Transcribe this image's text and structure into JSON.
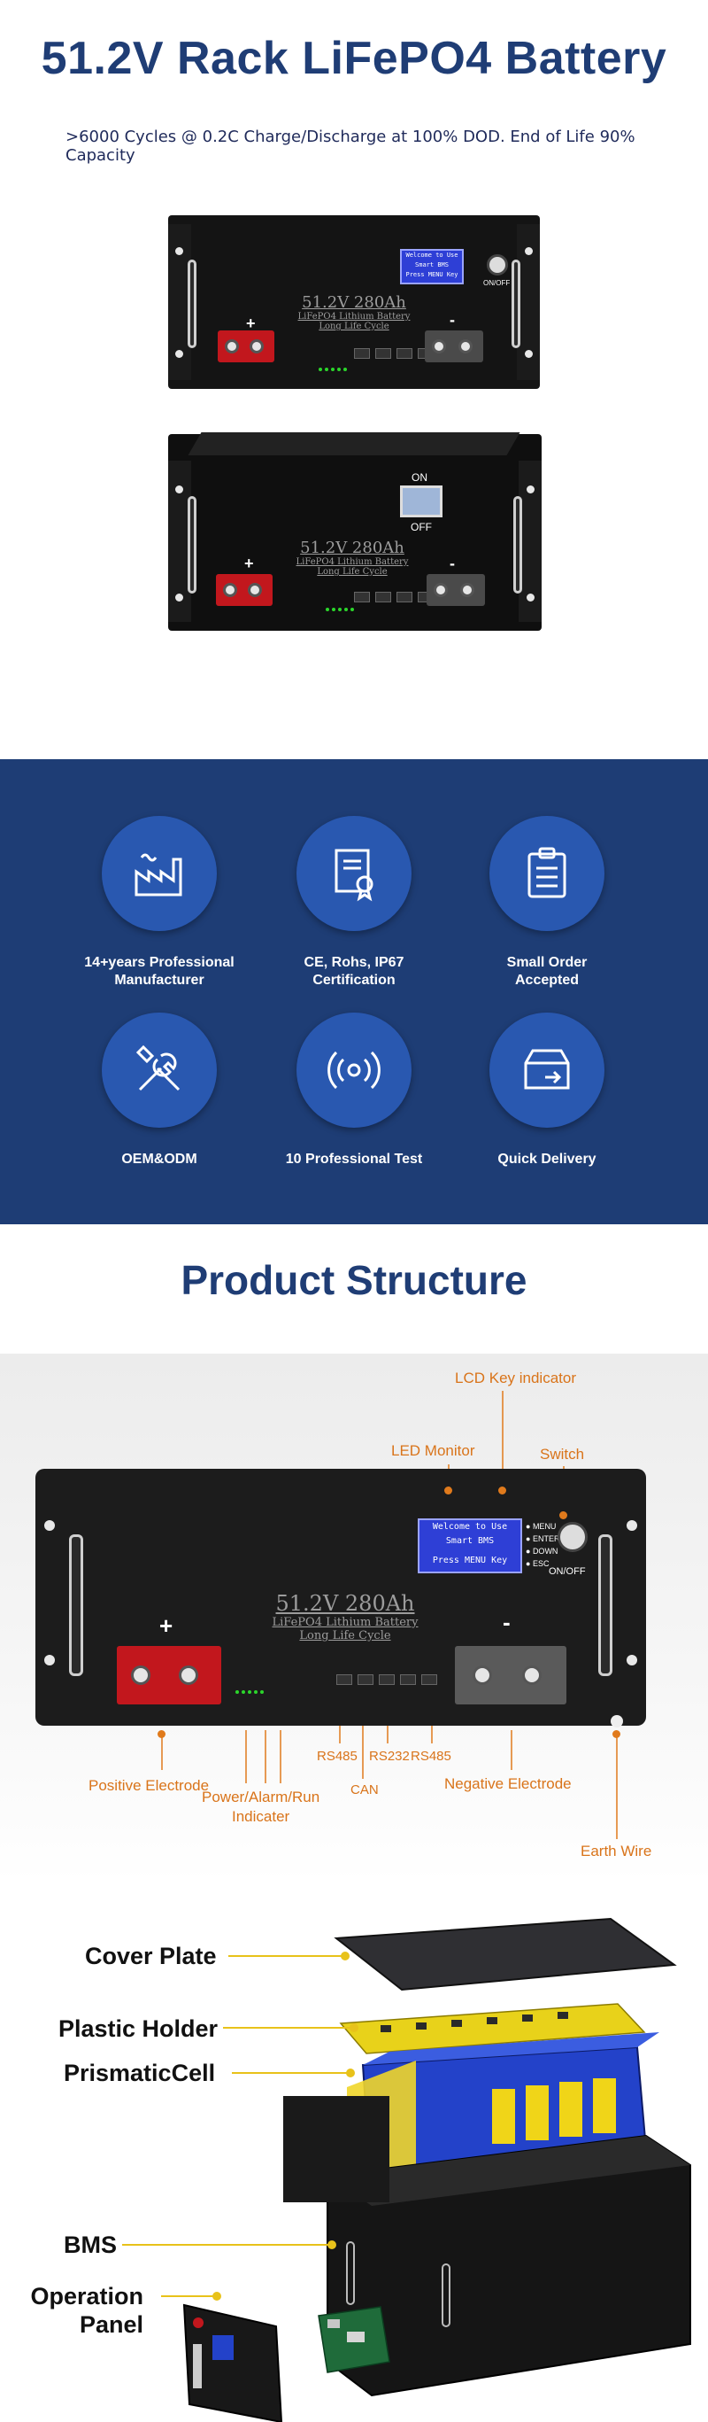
{
  "hero": {
    "title": "51.2V Rack LiFePO4 Battery",
    "subtitle": ">6000 Cycles @ 0.2C Charge/Discharge at 100% DOD. End of Life 90% Capacity"
  },
  "battery_front": {
    "lcd_lines": [
      "Welcome to Use",
      "Smart BMS",
      "Press MENU Key"
    ],
    "label_rating": "51.2V 280Ah",
    "label_line2": "LiFePO4 Lithium Battery",
    "label_line3": "Long Life Cycle",
    "switch_label": "ON/OFF",
    "positive_sign": "+",
    "negative_sign": "-"
  },
  "battery_angled": {
    "switch_on": "ON",
    "switch_off": "OFF",
    "label_rating": "51.2V 280Ah",
    "label_line2": "LiFePO4 Lithium Battery",
    "label_line3": "Long Life Cycle",
    "positive_sign": "+",
    "negative_sign": "-"
  },
  "features": [
    {
      "icon": "factory-icon",
      "caption": "14+years Professional\nManufacturer"
    },
    {
      "icon": "certificate-icon",
      "caption": "CE, Rohs, IP67\nCertification"
    },
    {
      "icon": "clipboard-icon",
      "caption": "Small Order\nAccepted"
    },
    {
      "icon": "tools-icon",
      "caption": "OEM&ODM"
    },
    {
      "icon": "signal-icon",
      "caption": "10 Professional Test"
    },
    {
      "icon": "delivery-box-icon",
      "caption": "Quick Delivery"
    }
  ],
  "structure": {
    "title": "Product Structure",
    "callouts": {
      "lcd_key_indicator": "LCD Key indicator",
      "led_monitor": "LED Monitor",
      "switch": "Switch",
      "positive_electrode": "Positive Electrode",
      "power_alarm_run": "Power/Alarm/Run\nIndicater",
      "rs485_left": "RS485",
      "can": "CAN",
      "rs232": "RS232",
      "rs485_right": "RS485",
      "negative_electrode": "Negative Electrode",
      "earth_wire": "Earth Wire"
    },
    "panel": {
      "lcd_lines": [
        "Welcome to Use",
        "Smart BMS",
        "Press MENU Key"
      ],
      "menu_keys": [
        "MENU",
        "ENTER",
        "DOWN",
        "ESC"
      ],
      "switch_label": "ON/OFF",
      "label_rating": "51.2V 280Ah",
      "label_line2": "LiFePO4 Lithium Battery",
      "label_line3": "Long Life Cycle",
      "positive_sign": "+",
      "negative_sign": "-"
    }
  },
  "exploded": {
    "labels": [
      "Cover Plate",
      "Plastic Holder",
      "PrismaticCell",
      "BMS",
      "Operation\nPanel"
    ]
  },
  "colors": {
    "title_blue": "#1f3d75",
    "features_bg": "#1e3d75",
    "icon_circle": "#2958b0",
    "callout_orange": "#d9741a",
    "cell_blue": "#2342c9",
    "holder_yellow": "#e8d21a",
    "terminal_red": "#c2171d"
  }
}
